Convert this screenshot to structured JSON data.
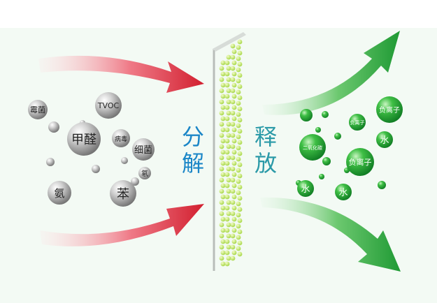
{
  "colors": {
    "background": "#f3faf4",
    "pollutant_arrow": "#d9202d",
    "release_arrow": "#2e9e3a",
    "gray_bubble": "#8b8b8b",
    "green_bubble": "#2aa83a",
    "filter_bead": "#c9e86a",
    "word_blue": "#1b86c7",
    "word_teal": "#2b9aa8"
  },
  "pollutants": [
    "霉菌",
    "TVOC",
    "甲醛",
    "病毒",
    "细菌",
    "氡",
    "氨",
    "苯"
  ],
  "process": {
    "decompose": [
      "分",
      "解"
    ],
    "release": [
      "释",
      "放"
    ]
  },
  "products": [
    "负离子",
    "负离子",
    "水",
    "二氧化碳",
    "负离子",
    "水",
    "水"
  ],
  "icons": {
    "left_arrows": "red-curved-arrow-icon",
    "right_arrows": "green-curved-arrow-icon",
    "filter": "filter-membrane-icon"
  }
}
